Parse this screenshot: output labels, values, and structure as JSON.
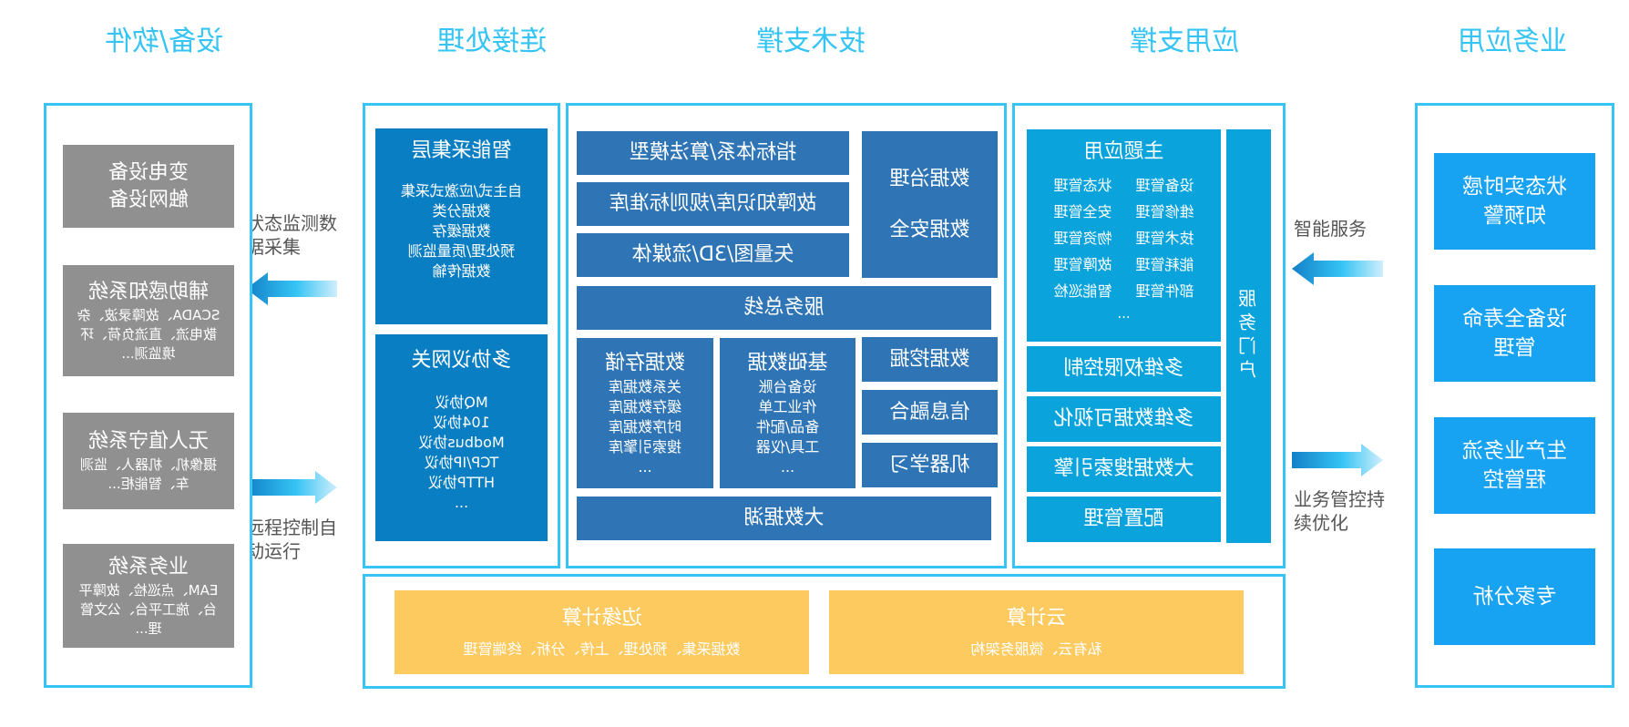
{
  "columns": {
    "business": "业务应用",
    "app_support": "应用支撑",
    "tech_support": "技术支撑",
    "connection": "连接处理",
    "devices": "设备/软件"
  },
  "business_items": [
    "状态实时感知预警",
    "设备全寿命管理",
    "生产业务流程管控",
    "专家分析"
  ],
  "arrows": {
    "smart_service": "智能服务",
    "business_control": "业务管控持续优化",
    "state_monitor": "状态监测数据采集",
    "remote_control": "远程控制自动运行"
  },
  "app_support": {
    "portal": "服务门户",
    "theme_title": "主题应用",
    "theme_items": [
      [
        "设备管理",
        "状态管理"
      ],
      [
        "维修管理",
        "安全管理"
      ],
      [
        "技术管理",
        "物资管理"
      ],
      [
        "能耗管理",
        "故障管理"
      ],
      [
        "部件管理",
        "智能巡检"
      ]
    ],
    "theme_more": "...",
    "blocks": [
      "多维权限控制",
      "多维数据可视化",
      "大数据搜索引擎",
      "配置管理"
    ]
  },
  "tech_support": {
    "governance": "数据治理",
    "security": "数据安全",
    "right_blocks": [
      "指标体系/算法模型",
      "故障知识库/规则标准库",
      "矢量图/3D/流媒体"
    ],
    "service_bus": "服务总线",
    "left_blocks": [
      "数据挖掘",
      "信息融合",
      "机器学习"
    ],
    "base_data": {
      "title": "基础数据",
      "items": [
        "设备台账",
        "作业工单",
        "备品/配件",
        "工具/仪器",
        "..."
      ]
    },
    "storage": {
      "title": "数据存储",
      "items": [
        "关系数据库",
        "缓存数据库",
        "时序数据库",
        "搜索引擎库",
        "..."
      ]
    },
    "data_lake": "大数据湖"
  },
  "connection": {
    "collect_title": "智能采集层",
    "collect_items": [
      "自主式/应激式采集",
      "数据分类",
      "数据缓存",
      "预处理/质量监测",
      "数据传输"
    ],
    "gateway_title": "多协议网关",
    "gateway_items": [
      "MQ协议",
      "104协议",
      "Modbus协议",
      "TCP/IP协议",
      "HTTP协议",
      "..."
    ]
  },
  "devices": [
    {
      "title": "变电设备",
      "desc": "触网设备"
    },
    {
      "title": "辅助感知系统",
      "desc": "SCADA、故障录波、杂散电流、直流负荷、环境监测..."
    },
    {
      "title": "无人值守系统",
      "desc": "摄像机、机器人、监测车、智能柜..."
    },
    {
      "title": "业务系统",
      "desc": "EAM、点巡检、故障平台、施工平台、公文管理..."
    }
  ],
  "computing": {
    "cloud": {
      "title": "云计算",
      "desc": "私有云、微服务架构"
    },
    "edge": {
      "title": "边缘计算",
      "desc": "数据采集、预处理、上传、分析、终端管理"
    }
  },
  "colors": {
    "frame": "#38c5f5",
    "business": "#17a2f2",
    "app": "#0aa3dc",
    "tech": "#2f75b6",
    "connection": "#0a7ec2",
    "device": "#909090",
    "computing": "#fdca60"
  }
}
